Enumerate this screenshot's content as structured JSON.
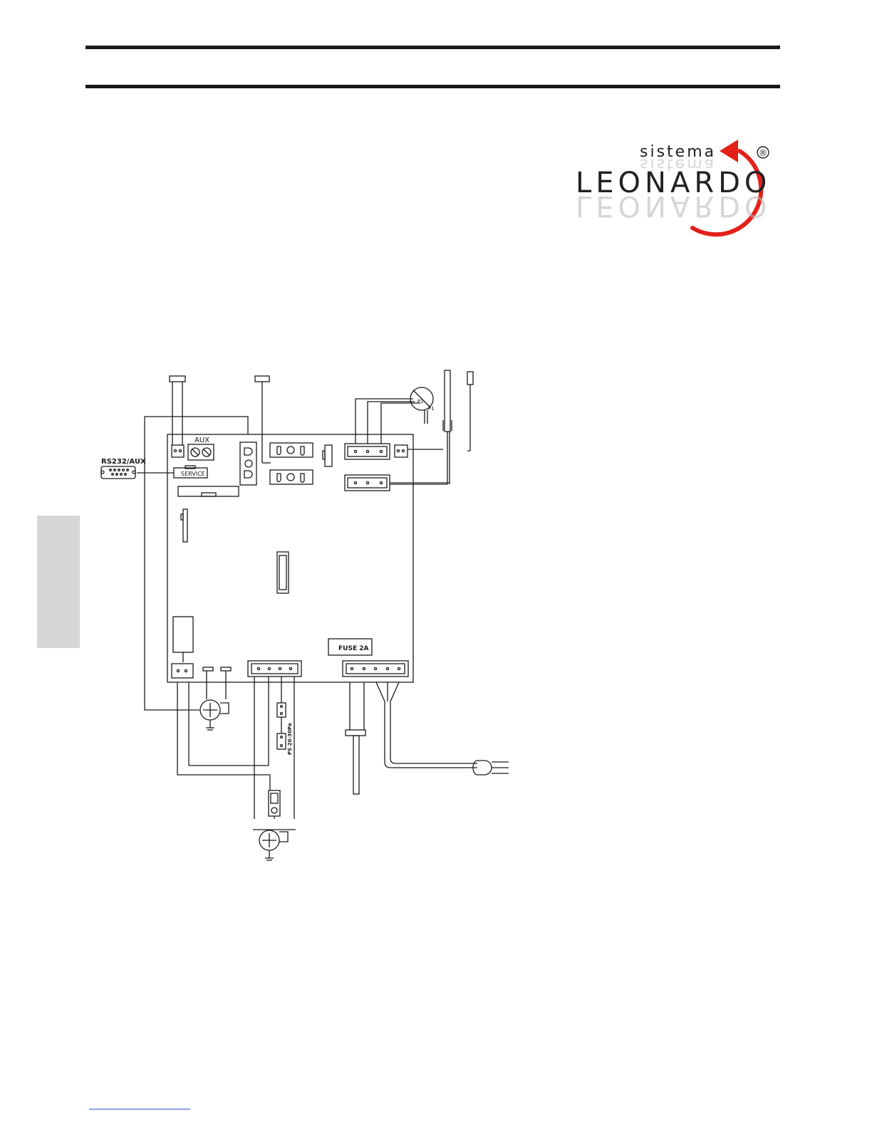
{
  "header": {
    "rules": 2
  },
  "logo": {
    "word_small": "sistema",
    "word_large": "LEONARDO",
    "registered_mark": "®",
    "accent_color": "#e32119",
    "text_color": "#222222",
    "reflection_color": "#bbbbbb"
  },
  "diagram": {
    "labels": {
      "rs232": "RS232/AUX",
      "aux": "AUX",
      "service": "SERVICE",
      "fuse": "FUSE 2A",
      "p2": "P2",
      "p1": "P1",
      "ps": "PS 20-30Pa"
    },
    "line_color": "#1a1a1a"
  },
  "side_tab": {
    "color": "#d6d6d6"
  }
}
